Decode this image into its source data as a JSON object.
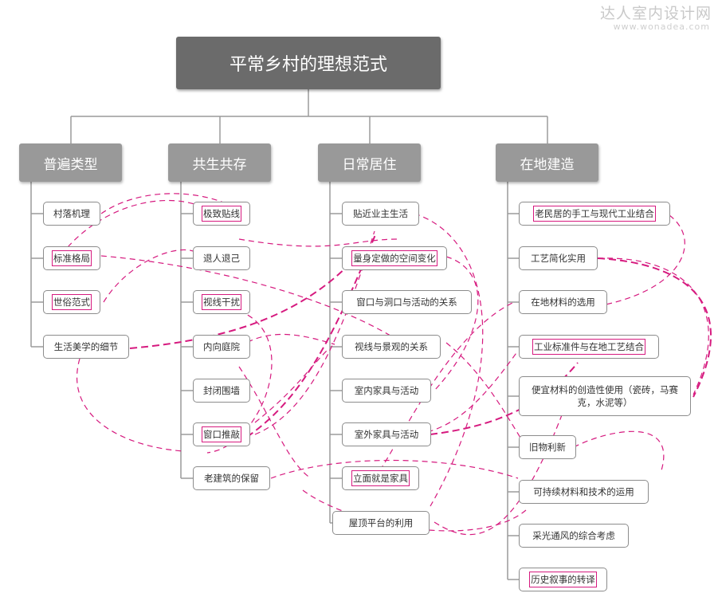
{
  "watermark": {
    "name": "达人室内设计网",
    "url": "www.wonadea.com"
  },
  "root": {
    "title": "平常乡村的理想范式"
  },
  "categories": [
    {
      "label": "普遍类型",
      "items": [
        "村落机理",
        "标准格局",
        "世俗范式",
        "生活美学的细节"
      ]
    },
    {
      "label": "共生共存",
      "items": [
        "极致贴线",
        "退人退己",
        "视线干扰",
        "内向庭院",
        "封闭围墙",
        "窗口推敲",
        "老建筑的保留"
      ]
    },
    {
      "label": "日常居住",
      "items": [
        "贴近业主生活",
        "量身定做的空间变化",
        "窗口与洞口与活动的关系",
        "视线与景观的关系",
        "室内家具与活动",
        "室外家具与活动",
        "立面就是家具",
        "屋顶平台的利用"
      ]
    },
    {
      "label": "在地建造",
      "items": [
        "老民居的手工与现代工业结合",
        "工艺简化实用",
        "在地材料的选用",
        "工业标准件与在地工艺结合",
        "便宜材料的创造性使用（瓷砖，马赛克，水泥等）",
        "旧物利新",
        "可持续材料和技术的运用",
        "采光通风的综合考虑",
        "历史叙事的转译"
      ]
    }
  ],
  "colors": {
    "accent": "#d61a7f",
    "root_bg": "#6b6b6b",
    "category_bg": "#999999",
    "border": "#8c8c8c"
  }
}
